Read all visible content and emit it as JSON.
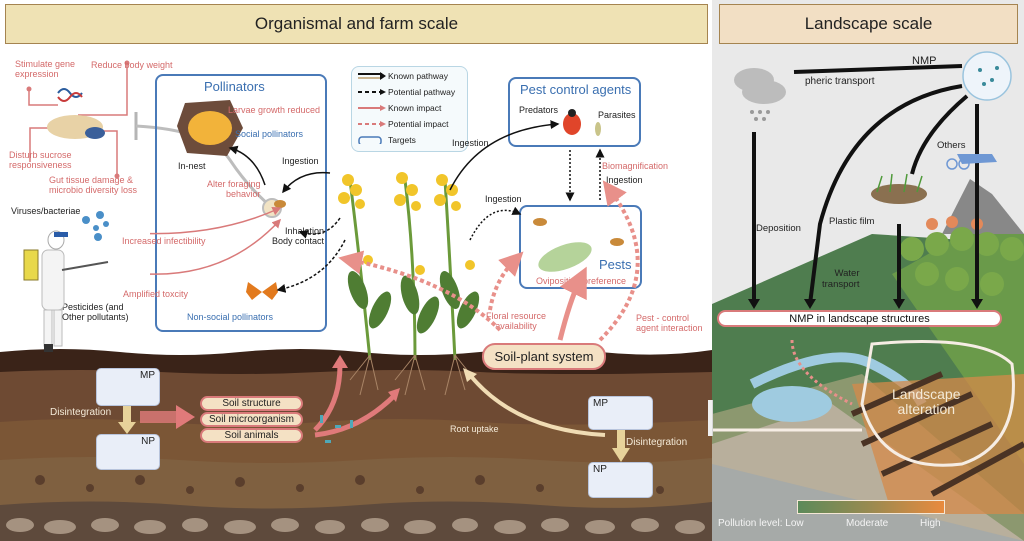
{
  "headers": {
    "left": "Organismal and farm scale",
    "right": "Landscape scale"
  },
  "bee_effects": {
    "stimulate": "Stimulate gene\nexpression",
    "body_weight": "Reduce body weight",
    "sucrose": "Disturb sucrose\nresponsiveness",
    "gut": "Gut tissue damage &\nmicrobio diversity loss"
  },
  "pollinators": {
    "title": "Pollinators",
    "larvae": "Larvae growth reduced",
    "social": "Social pollinators",
    "in_nest": "In-nest",
    "ingestion": "Ingestion",
    "alter_foraging": "Alter foraging\nbehavior",
    "inhalation": "Inhalation\nBody contact",
    "non_social": "Non-social pollinators"
  },
  "legend": {
    "items": [
      {
        "label": "Known pathway",
        "style": "solid-double"
      },
      {
        "label": "Potential pathway",
        "style": "dashed-black"
      },
      {
        "label": "Known impact",
        "style": "solid-red"
      },
      {
        "label": "Potential impact",
        "style": "dashed-red"
      },
      {
        "label": "Targets",
        "style": "blue-box"
      }
    ]
  },
  "pest_control": {
    "title": "Pest control agents",
    "predators": "Predators",
    "parasites": "Parasites",
    "ingestion_top": "Ingestion",
    "biomagnification": "Biomagnification",
    "ingestion_right": "Ingestion"
  },
  "pests": {
    "title": "Pests",
    "ingestion": "Ingestion",
    "oviposition": "Oviposition preference",
    "floral": "Floral resource\navailability",
    "pest_control_interaction": "Pest - control\nagent interaction"
  },
  "left_sources": {
    "viruses": "Viruses/bacteriae",
    "infectibility": "Increased infectibility",
    "toxicity": "Amplified toxcity",
    "pesticides": "Pesticides (and\nOther pollutants)"
  },
  "soil": {
    "soil_plant": "Soil-plant system",
    "mp": "MP",
    "np": "NP",
    "disintegration": "Disintegration",
    "items": [
      "Soil structure",
      "Soil microorganism",
      "Soil animals"
    ],
    "root_uptake": "Root uptake"
  },
  "landscape": {
    "nmp": "NMP",
    "atmospheric": "pheric transport",
    "others": "Others",
    "deposition": "Deposition",
    "plastic_film": "Plastic film",
    "water_transport": "Water\ntransport",
    "nmp_structures": "NMP in landscape structures",
    "alteration": "Landscape\nalteration",
    "pollution_label": "Pollution level: Low",
    "moderate": "Moderate",
    "high": "High"
  },
  "colors": {
    "target_blue": "#4a7ab8",
    "impact_red": "#d97a7a",
    "header_left": "#efe2b4",
    "header_right": "#f2dfc4",
    "pollution_low": "#5c8a5a",
    "pollution_high": "#e98a3e"
  }
}
